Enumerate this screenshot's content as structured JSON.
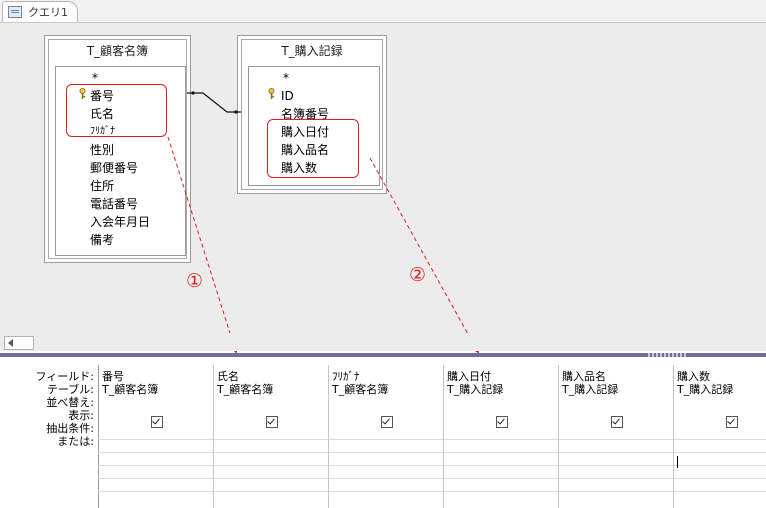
{
  "tab": {
    "label": "クエリ1"
  },
  "tables": {
    "customers": {
      "title": "T_顧客名簿",
      "fields": [
        "*",
        "番号",
        "氏名",
        "ﾌﾘｶﾞﾅ",
        "性別",
        "郵便番号",
        "住所",
        "電話番号",
        "入会年月日",
        "備考"
      ],
      "key_field": "番号"
    },
    "purchases": {
      "title": "T_購入記録",
      "fields": [
        "*",
        "ID",
        "名簿番号",
        "購入日付",
        "購入品名",
        "購入数"
      ],
      "key_field": "ID"
    }
  },
  "annotations": {
    "marker1": "①",
    "marker2": "②",
    "color": "#e02020"
  },
  "grid": {
    "row_labels": [
      "フィールド:",
      "テーブル:",
      "並べ替え:",
      "表示:",
      "抽出条件:",
      "または:"
    ],
    "columns": [
      {
        "field": "番号",
        "table": "T_顧客名簿",
        "show": true
      },
      {
        "field": "氏名",
        "table": "T_顧客名簿",
        "show": true
      },
      {
        "field": "ﾌﾘｶﾞﾅ",
        "table": "T_顧客名簿",
        "show": true
      },
      {
        "field": "購入日付",
        "table": "T_購入記録",
        "show": true
      },
      {
        "field": "購入品名",
        "table": "T_購入記録",
        "show": true
      },
      {
        "field": "購入数",
        "table": "T_購入記録",
        "show": true
      }
    ]
  },
  "colors": {
    "splitter": "#6e6e9a",
    "highlight": "#e02020",
    "background": "#ececec"
  }
}
